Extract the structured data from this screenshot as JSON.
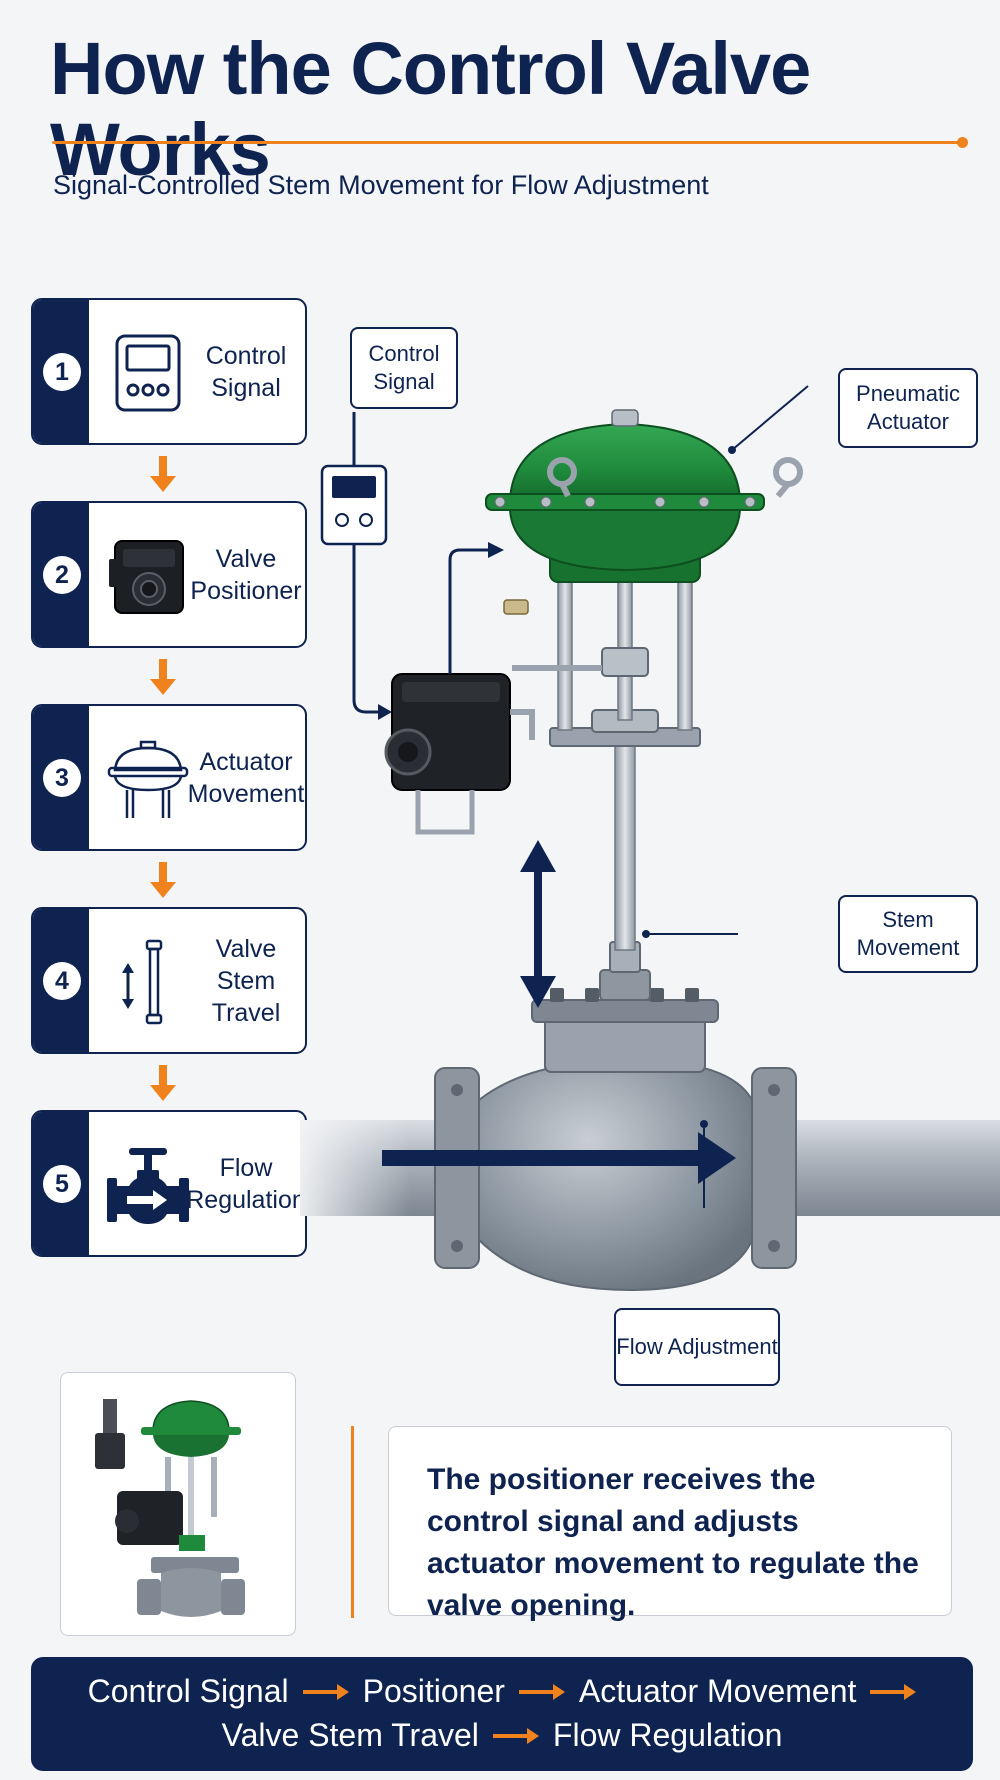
{
  "header": {
    "title": "How the Control Valve Works",
    "subtitle": "Signal-Controlled Stem Movement for Flow Adjustment"
  },
  "steps": [
    {
      "number": "1",
      "label": "Control Signal",
      "icon": "controller-icon"
    },
    {
      "number": "2",
      "label": "Valve Positioner",
      "icon": "positioner-icon"
    },
    {
      "number": "3",
      "label": "Actuator Movement",
      "icon": "actuator-icon"
    },
    {
      "number": "4",
      "label": "Valve Stem Travel",
      "icon": "stem-icon"
    },
    {
      "number": "5",
      "label": "Flow Regulation",
      "icon": "flow-valve-icon"
    }
  ],
  "callouts": {
    "control_signal": "Control Signal",
    "pneumatic_actuator": "Pneumatic Actuator",
    "stem_movement": "Stem Movement",
    "flow_adjustment": "Flow Adjustment"
  },
  "description": "The positioner receives the control signal and adjusts actuator movement to regulate the valve opening.",
  "flow_sequence": [
    "Control Signal",
    "Positioner",
    "Actuator Movement",
    "Valve Stem Travel",
    "Flow Regulation"
  ],
  "colors": {
    "navy": "#0f2350",
    "accent_orange": "#f0821e",
    "actuator_green": "#1f8a3c",
    "steel": "#9aa3ad"
  }
}
